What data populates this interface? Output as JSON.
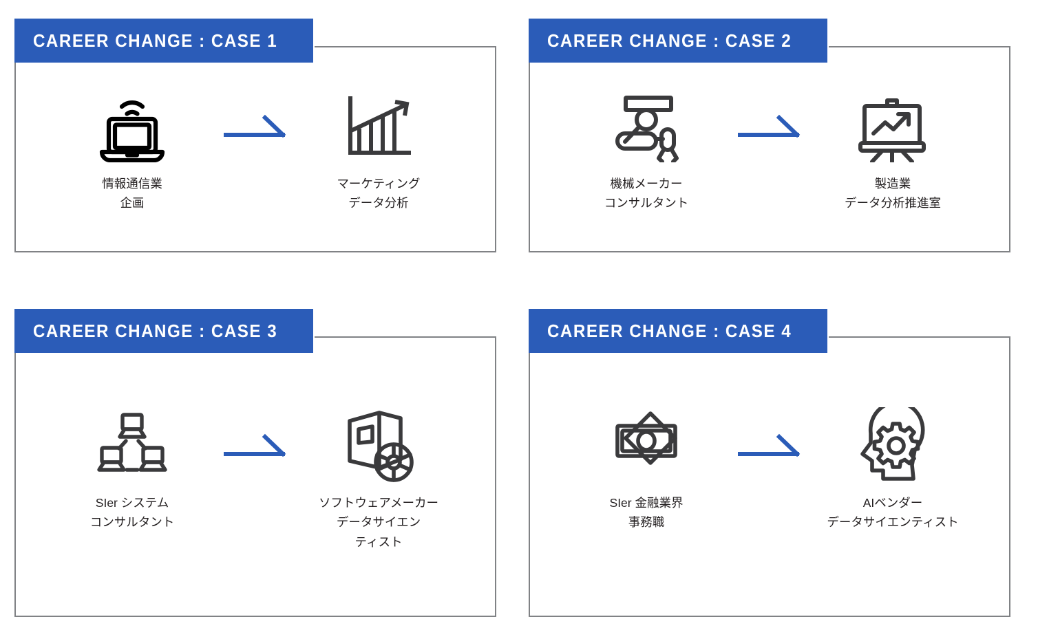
{
  "page": {
    "background": "#ffffff",
    "accent_blue": "#2b5cb8",
    "border_gray": "#808285",
    "text_color": "#231f20"
  },
  "cards": [
    {
      "badge": "CAREER CHANGE : CASE 1",
      "from": {
        "icon": "laptop-wifi-icon",
        "label": "情報通信業\n企画"
      },
      "arrow": "arrow-right-icon",
      "to": {
        "icon": "bar-chart-growth-icon",
        "label": "マーケティング\nデータ分析"
      }
    },
    {
      "badge": "CAREER CHANGE : CASE 2",
      "from": {
        "icon": "robot-arm-icon",
        "label": "機械メーカー\nコンサルタント"
      },
      "arrow": "arrow-right-icon",
      "to": {
        "icon": "presentation-board-icon",
        "label": "製造業\nデータ分析推進室"
      }
    },
    {
      "badge": "CAREER CHANGE : CASE 3",
      "from": {
        "icon": "network-computers-icon",
        "label": "SIer システム\nコンサルタント"
      },
      "arrow": "arrow-right-icon",
      "to": {
        "icon": "software-box-cd-icon",
        "label": "ソフトウェアメーカー\nデータサイエン\nティスト"
      }
    },
    {
      "badge": "CAREER CHANGE : CASE 4",
      "from": {
        "icon": "banknote-icon",
        "label": "SIer 金融業界\n事務職"
      },
      "arrow": "arrow-right-icon",
      "to": {
        "icon": "head-gear-ai-icon",
        "label": "AIベンダー\nデータサイエンティスト"
      }
    }
  ]
}
